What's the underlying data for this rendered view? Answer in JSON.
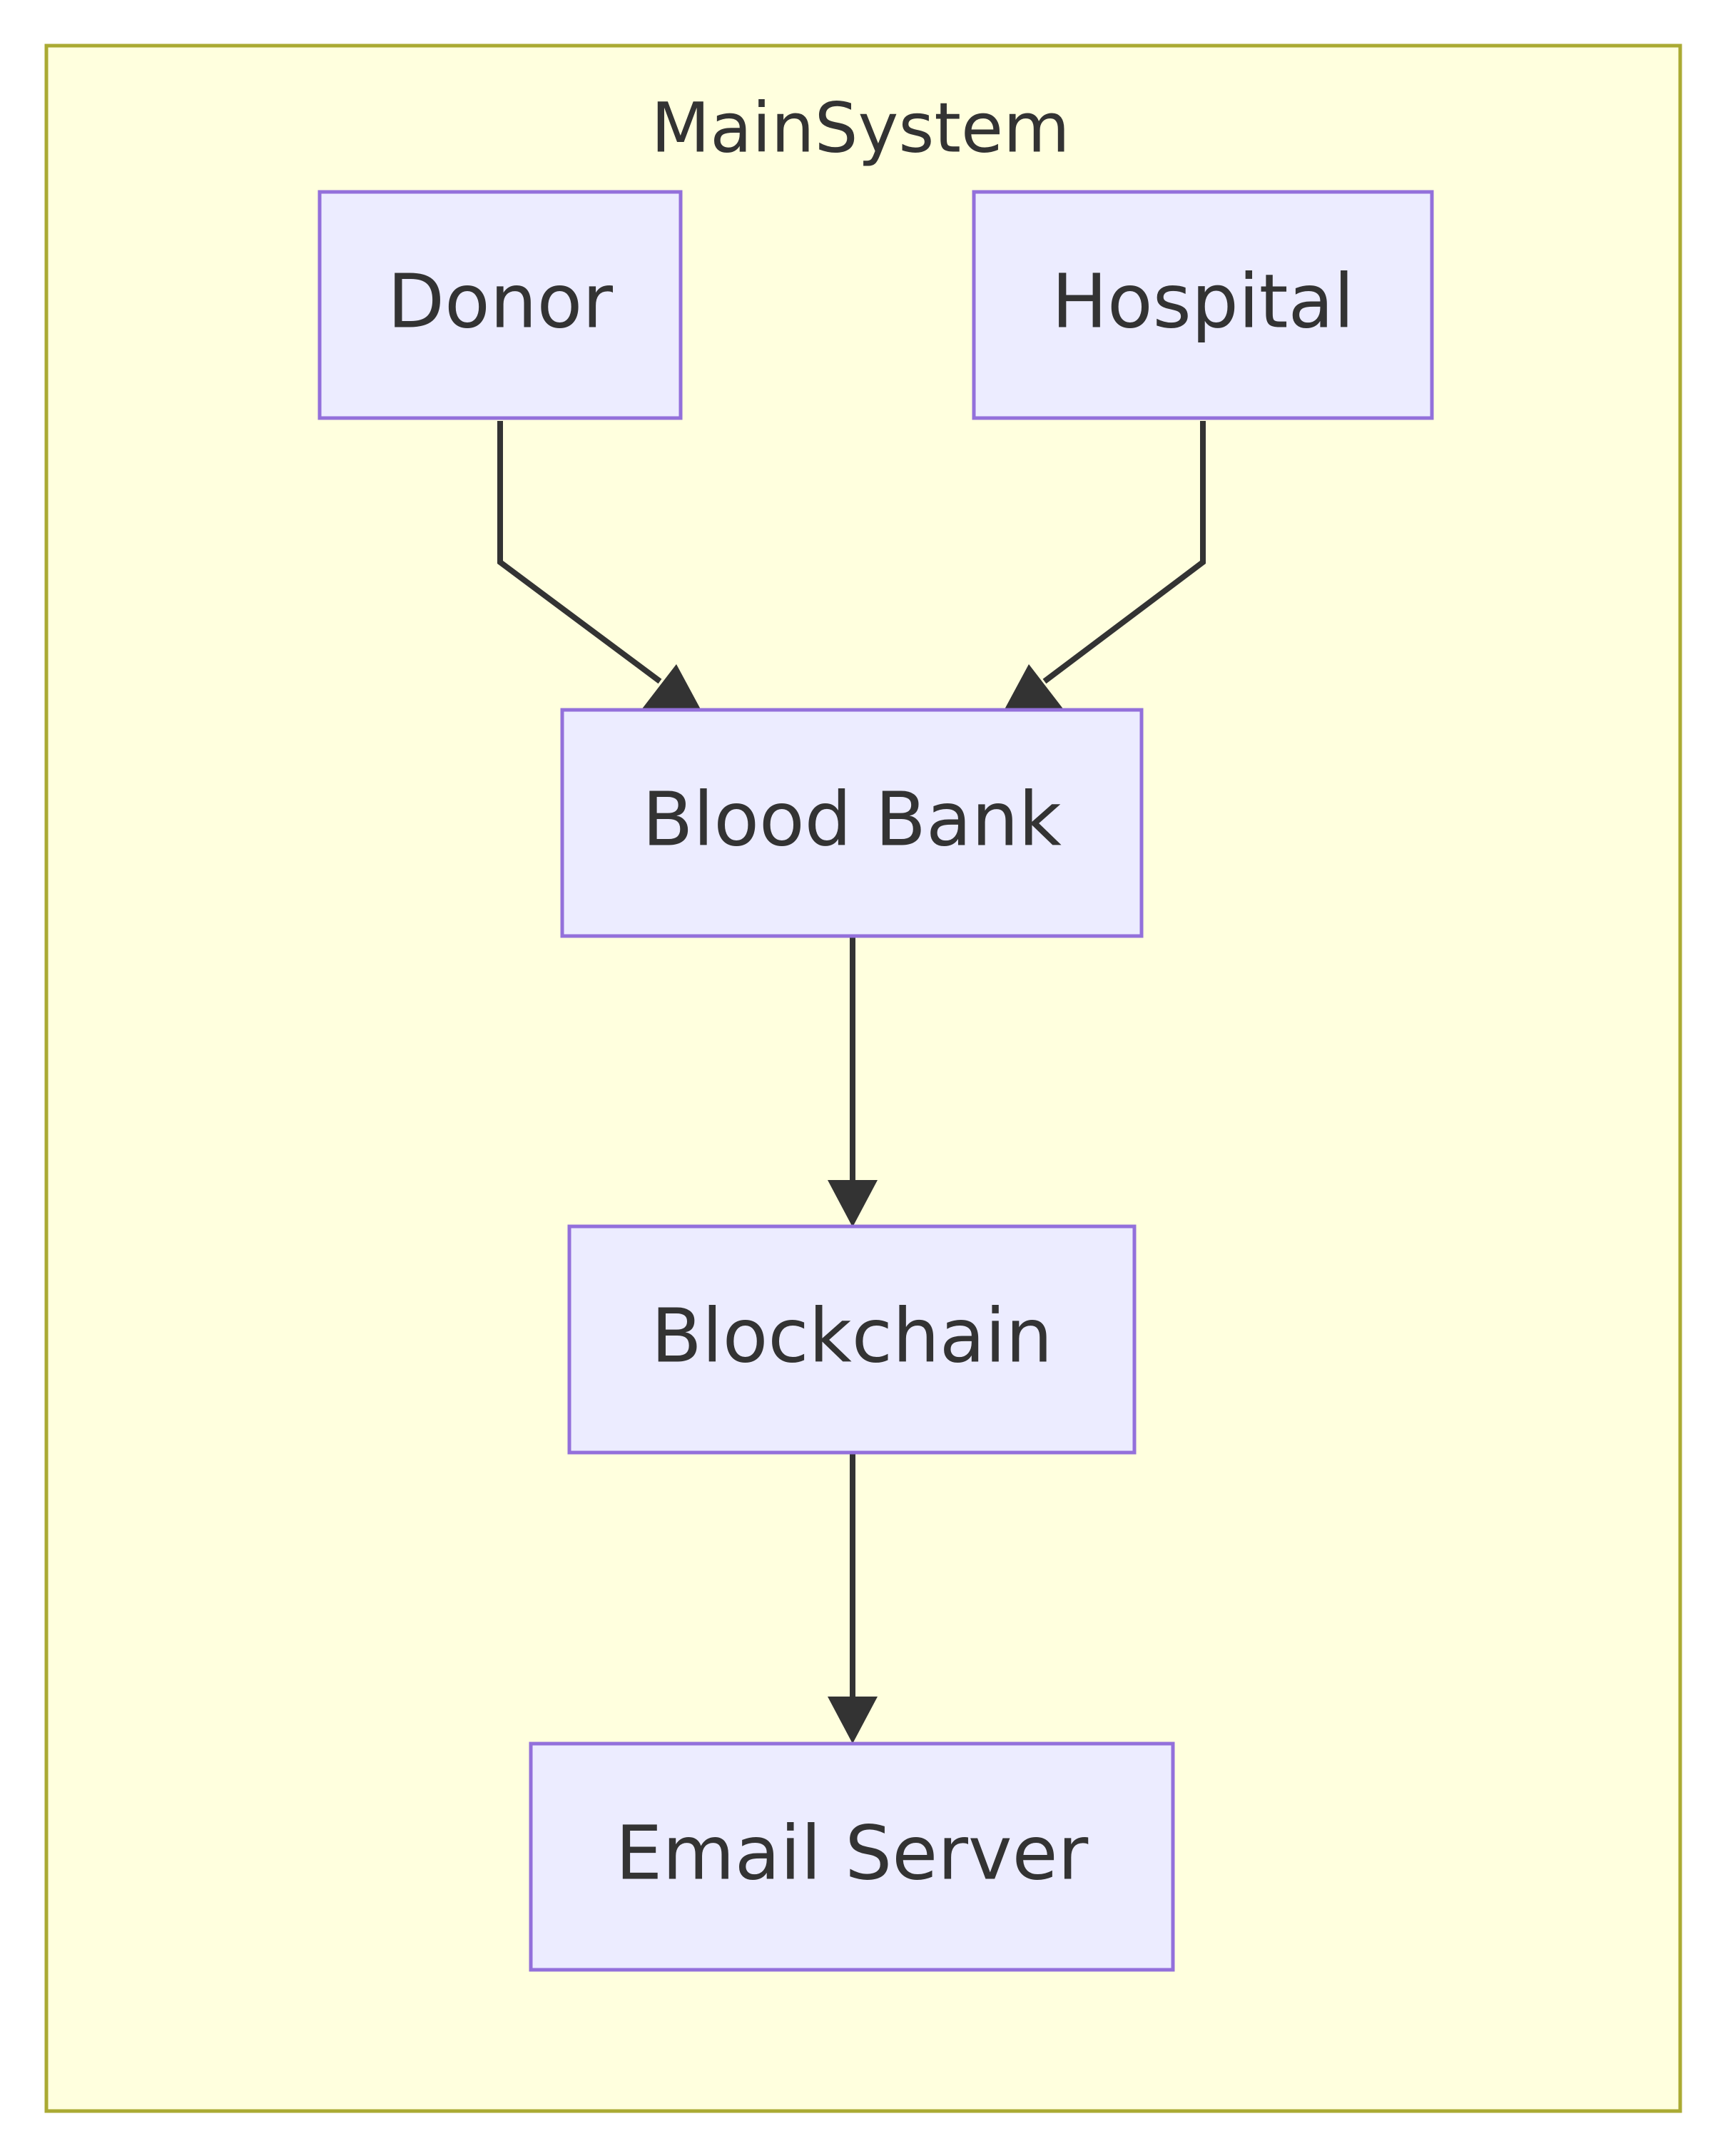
{
  "diagram": {
    "type": "flowchart",
    "cluster": {
      "label": "MainSystem"
    },
    "nodes": {
      "donor": {
        "label": "Donor"
      },
      "hospital": {
        "label": "Hospital"
      },
      "blood_bank": {
        "label": "Blood Bank"
      },
      "blockchain": {
        "label": "Blockchain"
      },
      "email_server": {
        "label": "Email Server"
      }
    },
    "edges": [
      {
        "from": "Donor",
        "to": "Blood Bank"
      },
      {
        "from": "Hospital",
        "to": "Blood Bank"
      },
      {
        "from": "Blood Bank",
        "to": "Blockchain"
      },
      {
        "from": "Blockchain",
        "to": "Email Server"
      }
    ],
    "colors": {
      "cluster_fill": "#ffffde",
      "cluster_border": "#aaaa33",
      "node_fill": "#ececff",
      "node_border": "#9370db",
      "edge": "#333333",
      "text": "#333333"
    }
  }
}
